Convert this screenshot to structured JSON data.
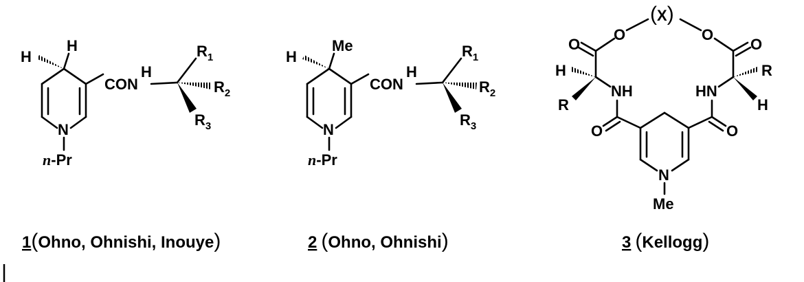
{
  "atoms": {
    "H": "H",
    "N": "N",
    "CON": "CON",
    "R1": "R",
    "R2": "R",
    "R3": "R",
    "sub1": "1",
    "sub2": "2",
    "sub3": "3",
    "nPr_n": "n",
    "nPr_rest": "-Pr",
    "Me": "Me",
    "O": "O",
    "X": "X",
    "NH": "NH",
    "HN": "HN",
    "R": "R"
  },
  "captions": [
    {
      "number": "1",
      "open": "(",
      "names": "Ohno, Ohnishi, Inouye",
      "close": ")"
    },
    {
      "number": "2",
      "open": "(",
      "names": "Ohno, Ohnishi",
      "close": ")"
    },
    {
      "number": "3",
      "open": "(",
      "names": "Kellogg",
      "close": ")"
    }
  ]
}
